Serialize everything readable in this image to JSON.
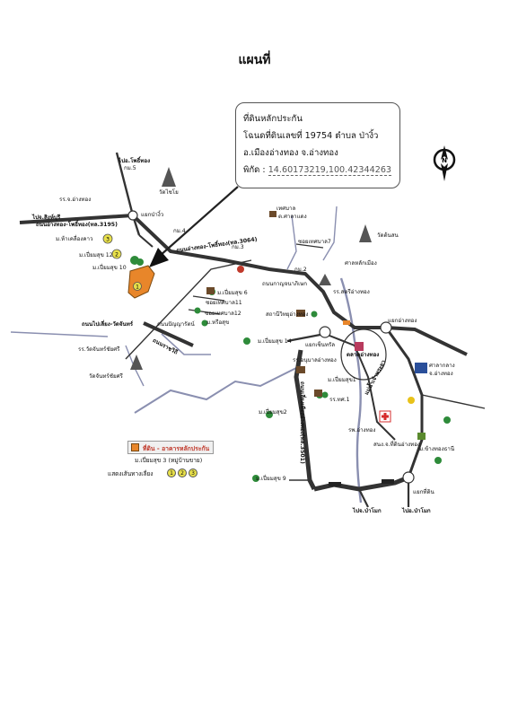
{
  "title": "แผนที่",
  "info": {
    "line1": "ที่ดินหลักประกัน",
    "line2": "โฉนดที่ดินเลขที่ 19754  ตำบล ป่างิ้ว",
    "line3": "อ.เมืองอ่างทอง  จ.อ่างทอง",
    "coord_label": "พิกัด : ",
    "coord_value": "14.60173219,100.42344263"
  },
  "compass_letter": "N",
  "labels": {
    "to_lopburi": "ไปอ.โพธิ์ทอง",
    "km5": "กม.5",
    "wat_chaiyo": "วัดไชโย",
    "school_angthong": "รร.จ.อ่างทอง",
    "to_singburi": "ไปจ.สิงห์บุรี",
    "road_name_1": "ถนนอ่างทอง-โพธิ์ทอง(ทล.3195)",
    "paengpa_junction": "แยกป่างิ้ว",
    "km4": "กม.4",
    "village_hanklueng": "ม.ห้าเคลื่องคาว",
    "village_pueansuk12": "ม.เปี่ยมสุข 12",
    "village_pueansuk10": "ม.เปี่ยมสุข 10",
    "km3": "กม.3",
    "road_name_2": "ถนนอ่างทอง-โพธิ์ทอง(ทล.3064)",
    "municipality": "เทศบาล",
    "wat_hall": "ต.ศาลาแดง",
    "wat_tonson": "วัดต้นสน",
    "soi7": "ซอยเทศบาล7",
    "km2": "กม.2",
    "city_pillar": "ศาลหลักเมือง",
    "school_satri": "รร.สตรีอ่างทอง",
    "village_pueansuk6": "ม.เปี่ยมสุข 6",
    "soi11": "ซอยเทศบาล11",
    "soi12": "ซอยเทศบาล12",
    "village_horsuk": "ม.หรือสุข",
    "radio_station": "สถานีวิทยุอ่างทอง",
    "road_ratchawithi": "ถนนไปเลี่ยง-วัดจันทร์",
    "market_junction": "แยกอ่างทอง",
    "school_chanprasit": "รร.วัดจันทร์ชัยศรี",
    "wat_chanprasit": "วัดจันทร์ชัยศรี",
    "kanchanawong": "ถนนกาญจนาภิเษก",
    "village_pueansuk14": "ม.เปี่ยมสุข 14",
    "junction_mo": "แยกเซ็นทรัล",
    "market_angthong": "ตลาดอ่างทอง",
    "school_provincial": "รร.อนุบาลอ่างทอง",
    "city_hall": "ศาลากลาง",
    "city_hall_2": "จ.อ่างทอง",
    "village_pueansuk1": "ม.เปี่ยมสุข1",
    "school_tessaban": "รร.ทศ.1",
    "village_pueansuk2": "ม.เปี่ยมสุข2",
    "bypass_road": "ถนนเลี่ยงเมืองอ่างทอง(ทล.3501)",
    "river": "แม่น้ำเจ้าพระยา",
    "hospital": "รพ.อ่างทอง",
    "land_office": "สนง.จ.ที่ดินอ่างทอง",
    "village_angthong": "ม.ข้างทองธานี",
    "village_pueansuk9": "ม.เปี่ยมสุข 9",
    "junction_pak": "แยกที่ดิน",
    "to_bangpahan1": "ไปจ.ป่าโมก",
    "to_bangpahan2": "ไปอ.ป่าโมก",
    "scheme_road": "ถนนปัญญารัตน์",
    "ratchawithi_road": "ถนนราชวิถี"
  },
  "legend": {
    "collateral": "ที่ดิน - อาคารหลักประกัน",
    "village": "ม.เปี่ยมสุข 3 (หมู่บ้านขาย)",
    "route_label": "แสดงเส้นทางเลี่ยง",
    "route_numbers": [
      "1",
      "2",
      "3"
    ]
  },
  "map_markers": [
    "1",
    "2",
    "3"
  ],
  "colors": {
    "collateral_fill": "#e8862a",
    "road_dark": "#333333",
    "road_light": "#8a8fb0",
    "tree_green": "#2e8b3a",
    "marker_yellow": "#e8e04a",
    "hospital_red": "#d62c2c",
    "city_hall_blue": "#2a4f9a"
  }
}
